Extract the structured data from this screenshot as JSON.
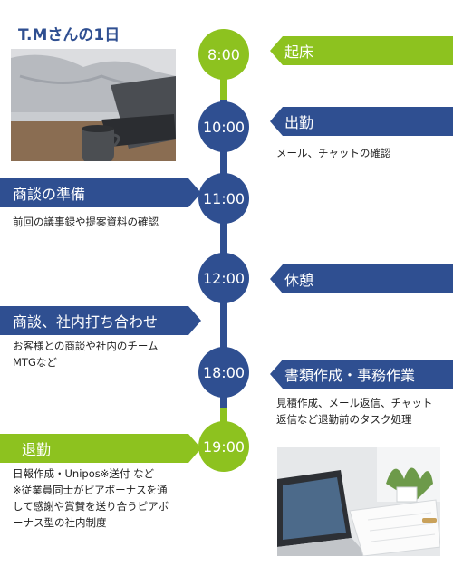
{
  "title": "T.Mさんの1日",
  "colors": {
    "green": "#8dc21f",
    "blue": "#2f4f91"
  },
  "events": [
    {
      "time": "8:00",
      "label": "起床",
      "desc": ""
    },
    {
      "time": "10:00",
      "label": "出勤",
      "desc": "メール、チャットの確認"
    },
    {
      "time": "11:00",
      "label": "商談の準備",
      "desc": "前回の議事録や提案資料の確認"
    },
    {
      "time": "12:00",
      "label": "休憩",
      "desc": ""
    },
    {
      "time": "",
      "label": "商談、社内打ち合わせ",
      "desc": "お客様との商談や社内のチーム\nMTGなど"
    },
    {
      "time": "18:00",
      "label": "書類作成・事務作業",
      "desc": "見積作成、メール返信、チャット\n返信など退勤前のタスク処理"
    },
    {
      "time": "19:00",
      "label": "退勤",
      "desc": "日報作成・Unipos※送付 など\n※従業員同士がピアボーナスを通\nして感謝や賞賛を送り合うピアボ\nーナス型の社内制度"
    }
  ]
}
